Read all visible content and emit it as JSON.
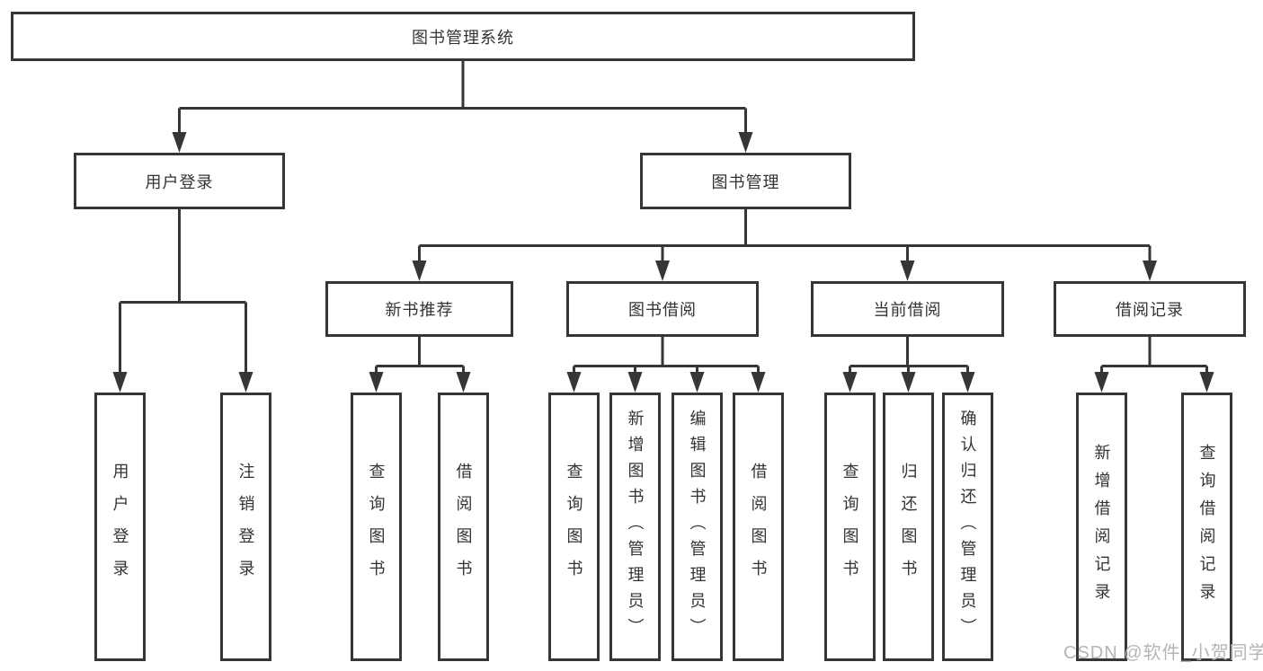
{
  "tree": {
    "root": {
      "label": "图书管理系统"
    },
    "branches": [
      {
        "label": "用户登录",
        "children": [
          {
            "label": "用户登录"
          },
          {
            "label": "注销登录"
          }
        ]
      },
      {
        "label": "图书管理",
        "sections": [
          {
            "label": "新书推荐",
            "children": [
              {
                "label": "查询图书"
              },
              {
                "label": "借阅图书"
              }
            ]
          },
          {
            "label": "图书借阅",
            "children": [
              {
                "label": "查询图书"
              },
              {
                "label": "新增图书（管理员）"
              },
              {
                "label": "编辑图书（管理员）"
              },
              {
                "label": "借阅图书"
              }
            ]
          },
          {
            "label": "当前借阅",
            "children": [
              {
                "label": "查询图书"
              },
              {
                "label": "归还图书"
              },
              {
                "label": "确认归还（管理员）"
              }
            ]
          },
          {
            "label": "借阅记录",
            "children": [
              {
                "label": "新增借阅记录"
              },
              {
                "label": "查询借阅记录"
              }
            ]
          }
        ]
      }
    ]
  },
  "watermark": {
    "text": "CSDN @软件_小贺同学"
  },
  "colors": {
    "line": "#363636",
    "box_border": "#363636",
    "text": "#333333",
    "watermark": "#b5b5b5",
    "background": "#ffffff"
  }
}
